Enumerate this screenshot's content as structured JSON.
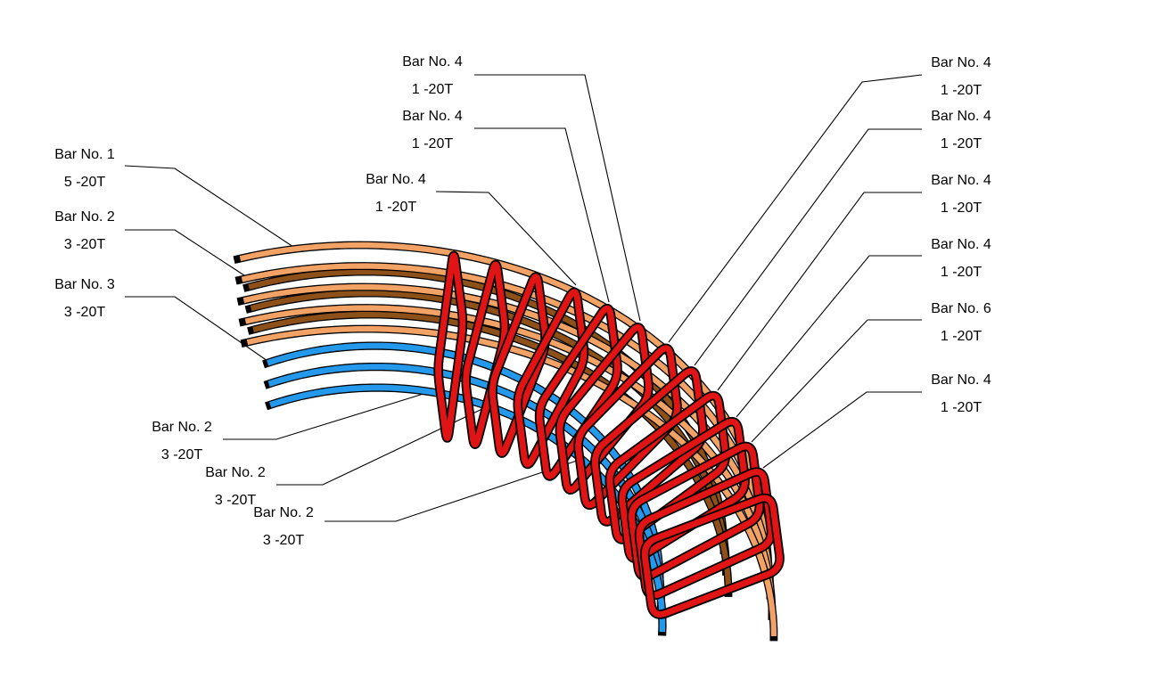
{
  "view": {
    "title": "3D rebar shape annotation view"
  },
  "colors": {
    "background": "#ffffff",
    "top_outer_bars": "#f2a265",
    "top_inner_bars": "#8c5018",
    "bottom_bars": "#2499ec",
    "stirrups": "#e01414",
    "outline": "#000000",
    "leader_lines": "#000000",
    "label_text": "#000000"
  },
  "bar_groups": [
    {
      "name": "top outer bars",
      "count": 5,
      "color": "#f2a265"
    },
    {
      "name": "top inner bars",
      "count": 3,
      "color": "#8c5018"
    },
    {
      "name": "bottom bars",
      "count": 3,
      "color": "#2499ec"
    },
    {
      "name": "stirrups",
      "count": 13,
      "color": "#e01414"
    }
  ],
  "labels": [
    {
      "title": "Bar No. 1",
      "qty": "5 -20T"
    },
    {
      "title": "Bar No. 2",
      "qty": "3 -20T"
    },
    {
      "title": "Bar No. 3",
      "qty": "3 -20T"
    },
    {
      "title": "Bar No. 4",
      "qty": "1 -20T"
    },
    {
      "title": "Bar No. 4",
      "qty": "1 -20T"
    },
    {
      "title": "Bar No. 4",
      "qty": "1 -20T"
    },
    {
      "title": "Bar No. 4",
      "qty": "1 -20T"
    },
    {
      "title": "Bar No. 4",
      "qty": "1 -20T"
    },
    {
      "title": "Bar No. 4",
      "qty": "1 -20T"
    },
    {
      "title": "Bar No. 4",
      "qty": "1 -20T"
    },
    {
      "title": "Bar No. 6",
      "qty": "1 -20T"
    },
    {
      "title": "Bar No. 4",
      "qty": "1 -20T"
    },
    {
      "title": "Bar No. 2",
      "qty": "3 -20T"
    },
    {
      "title": "Bar No. 2",
      "qty": "3 -20T"
    },
    {
      "title": "Bar No. 2",
      "qty": "3 -20T"
    }
  ]
}
